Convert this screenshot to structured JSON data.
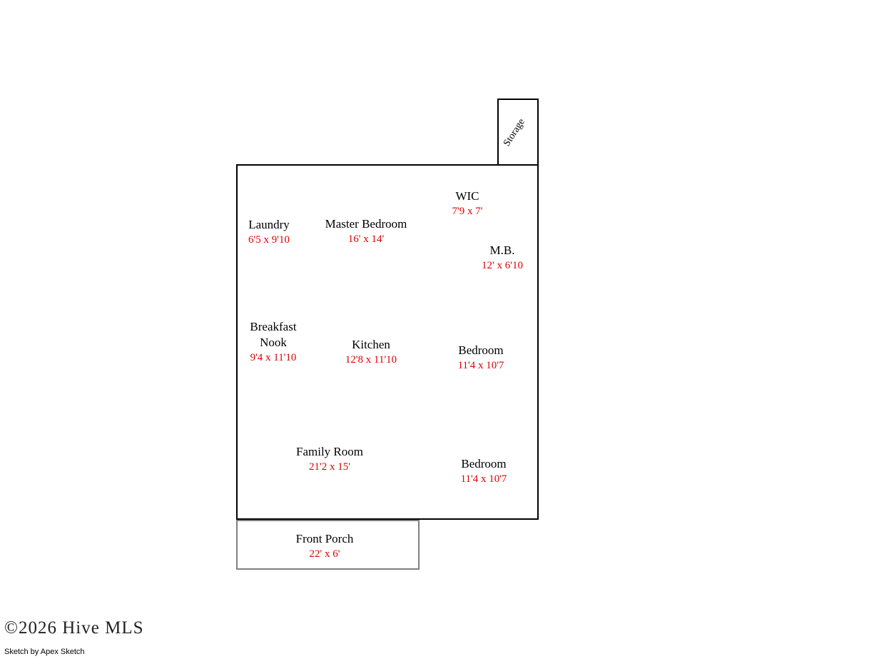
{
  "floorplan": {
    "rooms": [
      {
        "name": "Storage",
        "dims": ""
      },
      {
        "name": "WIC",
        "dims": "7'9 x 7'"
      },
      {
        "name": "Laundry",
        "dims": "6'5 x 9'10"
      },
      {
        "name": "Master Bedroom",
        "dims": "16' x 14'"
      },
      {
        "name": "M.B.",
        "dims": "12' x 6'10"
      },
      {
        "name": "Breakfast Nook",
        "dims": "9'4 x 11'10"
      },
      {
        "name": "Kitchen",
        "dims": "12'8 x 11'10"
      },
      {
        "name": "Bedroom",
        "dims": "11'4 x 10'7"
      },
      {
        "name": "Family Room",
        "dims": "21'2 x 15'"
      },
      {
        "name": "Bedroom",
        "dims": "11'4 x 10'7"
      },
      {
        "name": "Front Porch",
        "dims": "22' x 6'"
      }
    ],
    "colors": {
      "room_name": "#000000",
      "dimension": "#dd0000",
      "main_outline": "#000000",
      "porch_outline": "#808080"
    }
  },
  "footer": {
    "watermark": "©2026 Hive MLS",
    "credit": "Sketch by Apex Sketch"
  }
}
